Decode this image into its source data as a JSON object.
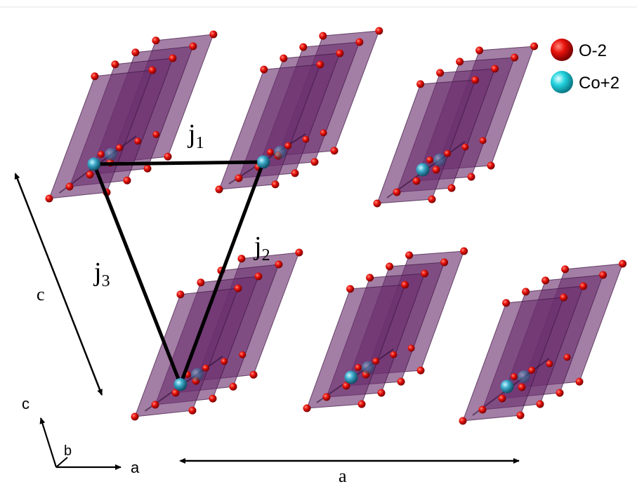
{
  "legend": {
    "items": [
      {
        "label": "O-2",
        "color": "#e8120c"
      },
      {
        "label": "Co+2",
        "color": "#22d3df"
      }
    ]
  },
  "labels": {
    "j1": {
      "base": "j",
      "sub": "1"
    },
    "j2": {
      "base": "j",
      "sub": "2"
    },
    "j3": {
      "base": "j",
      "sub": "3"
    },
    "c_dimension": "c",
    "a_dimension": "a"
  },
  "axes": {
    "c": "c",
    "b": "b",
    "a": "a"
  },
  "colors": {
    "octahedron_face": "#6a2f6e",
    "octahedron_edge": "#3c1440",
    "exchange_path": "#000000",
    "oxygen": "#e8120c",
    "cobalt": "#3aa7c8"
  }
}
